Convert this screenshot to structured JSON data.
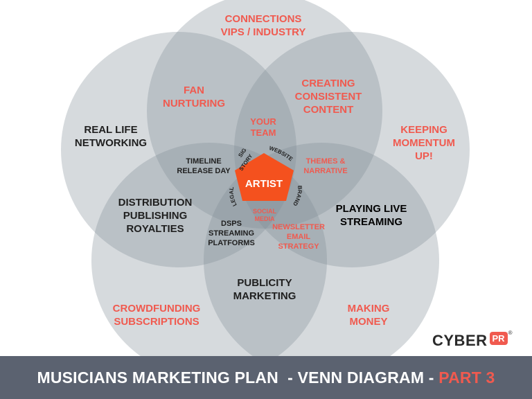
{
  "title_main": "MUSICIANS MARKETING PLAN  - VENN DIAGRAM - ",
  "title_accent": "PART 3",
  "logo": {
    "word": "CYBER",
    "badge": "PR",
    "reg": "®"
  },
  "colors": {
    "accent": "#f05a4f",
    "circle": "#7f8d96",
    "center": "#f4511e",
    "footer": "#5b6270"
  },
  "center": "ARTIST",
  "areas": {
    "connections": [
      "CONNECTIONS",
      "VIPS / INDUSTRY"
    ],
    "fan": [
      "FAN",
      "NURTURING"
    ],
    "creating": [
      "CREATING",
      "CONSISTENT",
      "CONTENT"
    ],
    "keeping": [
      "KEEPING",
      "MOMENTUM",
      "UP!"
    ],
    "real_life": [
      "REAL LIFE",
      "NETWORKING"
    ],
    "your_team": [
      "YOUR",
      "TEAM"
    ],
    "timeline": [
      "TIMELINE",
      "RELEASE DAY"
    ],
    "themes": [
      "THEMES &",
      "NARRATIVE"
    ],
    "distribution": [
      "DISTRIBUTION",
      "PUBLISHING",
      "ROYALTIES"
    ],
    "playing": [
      "PLAYING LIVE",
      "STREAMING"
    ],
    "dsps": [
      "DSPS",
      "STREAMING",
      "PLATFORMS"
    ],
    "newsletter": [
      "NEWSLETTER",
      "EMAIL",
      "STRATEGY"
    ],
    "social": [
      "SOCIAL",
      "MEDIA"
    ],
    "publicity": [
      "PUBLICITY",
      "MARKETING"
    ],
    "crowdfunding": [
      "CROWDFUNDING",
      "SUBSCRIPTIONS"
    ],
    "making": [
      "MAKING",
      "MONEY"
    ]
  },
  "ring": {
    "sig": "SIG",
    "story": "STORY",
    "website": "WEBSITE",
    "brand": "BRAND",
    "legal": "LEGAL"
  }
}
